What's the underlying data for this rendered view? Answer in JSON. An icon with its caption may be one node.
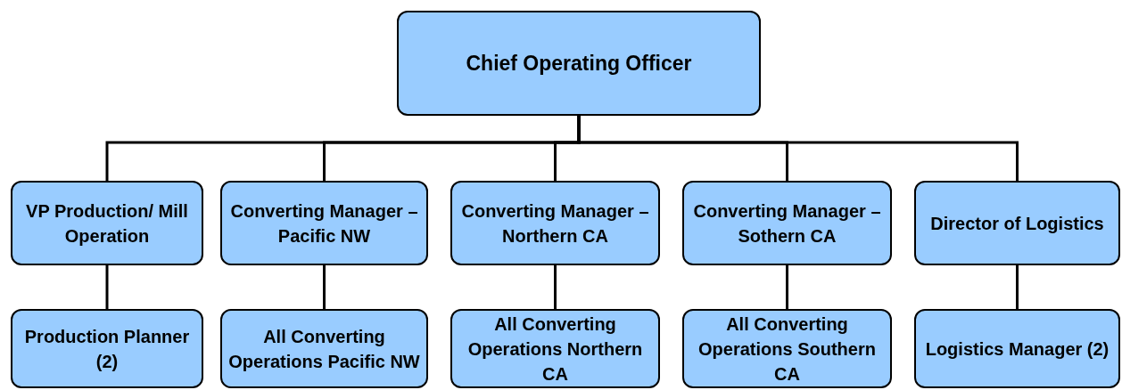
{
  "diagram": {
    "nodes": [
      {
        "text": [
          "Chief Operating Officer"
        ]
      },
      {
        "text": [
          "VP Production/ Mill Operation"
        ]
      },
      {
        "text": [
          "Converting Manager – Pacific NW"
        ]
      },
      {
        "text": [
          "Converting Manager – Northern CA"
        ]
      },
      {
        "text": [
          "Converting Manager – Sothern CA"
        ]
      },
      {
        "text": [
          "Director of Logistics"
        ]
      },
      {
        "text": [
          "Production Planner (2)"
        ]
      },
      {
        "text": [
          "All Converting Operations Pacific NW"
        ]
      },
      {
        "text": [
          "All Converting Operations Northern CA"
        ]
      },
      {
        "text": [
          "All Converting Operations Southern CA"
        ]
      },
      {
        "text": [
          "Logistics Manager (2)"
        ]
      }
    ],
    "edges": [
      {
        "from": 0,
        "to": 1,
        "arrow": "none"
      },
      {
        "from": 0,
        "to": 2,
        "arrow": "none"
      },
      {
        "from": 0,
        "to": 3,
        "arrow": "none"
      },
      {
        "from": 0,
        "to": 4,
        "arrow": "none"
      },
      {
        "from": 0,
        "to": 5,
        "arrow": "none"
      },
      {
        "from": 1,
        "to": 6,
        "arrow": "none"
      },
      {
        "from": 2,
        "to": 7,
        "arrow": "none"
      },
      {
        "from": 3,
        "to": 8,
        "arrow": "none"
      },
      {
        "from": 4,
        "to": 9,
        "arrow": "none"
      },
      {
        "from": 5,
        "to": 10,
        "arrow": "none"
      }
    ]
  }
}
